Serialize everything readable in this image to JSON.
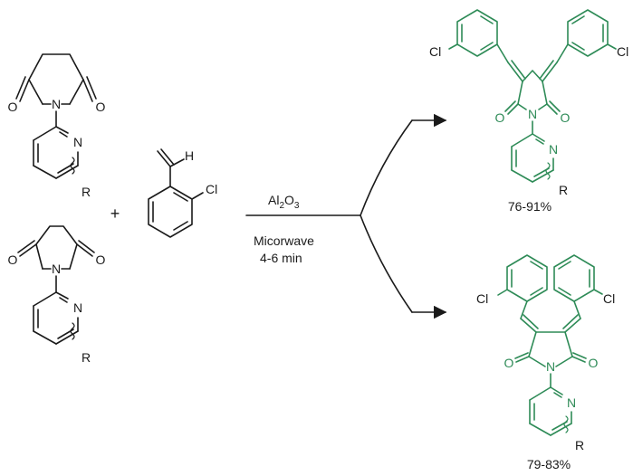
{
  "colors": {
    "black": "#1a1a1a",
    "product_green": "#2e8b57"
  },
  "reactants": {
    "glutarimide": {
      "o_left": "O",
      "o_right": "O",
      "n_imide": "N",
      "n_pyridine": "N",
      "r_group": "R"
    },
    "succinimide": {
      "o_left": "O",
      "o_right": "O",
      "n_imide": "N",
      "n_pyridine": "N",
      "r_group": "R"
    },
    "plus_sign": "+",
    "aldehyde": {
      "h_label": "H",
      "cl_label": "Cl"
    }
  },
  "conditions": {
    "catalyst_main": "Al",
    "catalyst_sub1": "2",
    "catalyst_mid": "O",
    "catalyst_sub2": "3",
    "energy": "Micorwave",
    "time": "4-6 min"
  },
  "products": {
    "six_membered": {
      "cl_left": "Cl",
      "cl_right": "Cl",
      "o_left": "O",
      "o_right": "O",
      "n_imide": "N",
      "n_pyridine": "N",
      "r_group": "R",
      "yield": "76-91%"
    },
    "five_membered": {
      "cl_left": "Cl",
      "cl_right": "Cl",
      "o_left": "O",
      "o_right": "O",
      "n_imide": "N",
      "n_pyridine": "N",
      "r_group": "R",
      "yield": "79-83%"
    }
  }
}
